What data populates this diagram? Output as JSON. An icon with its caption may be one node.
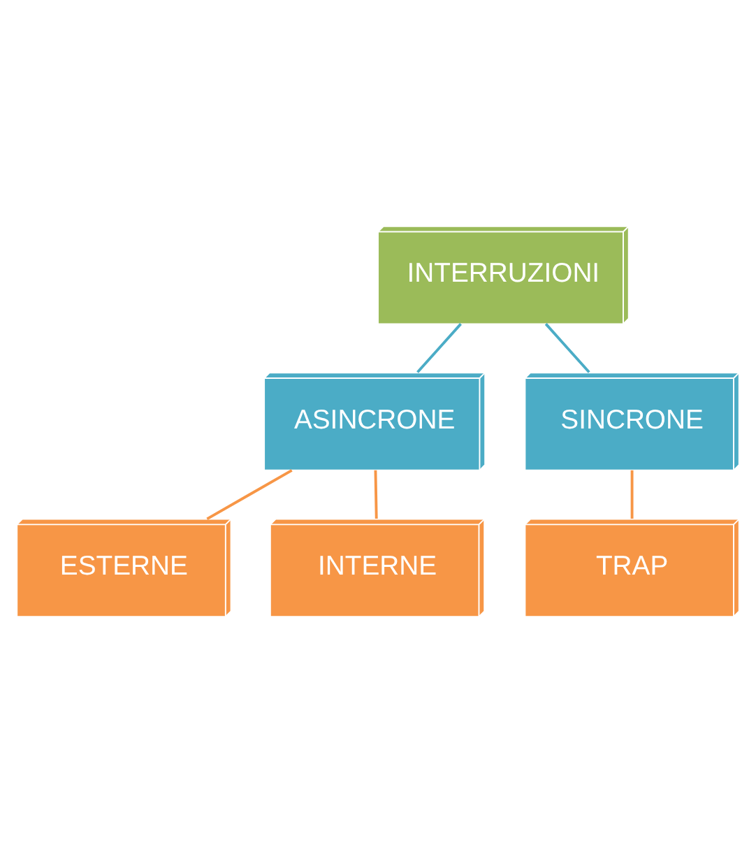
{
  "diagram": {
    "nodes": [
      {
        "text": [
          "INTERRUZIONI"
        ]
      },
      {
        "text": [
          "ASINCRONE"
        ]
      },
      {
        "text": [
          "SINCRONE"
        ]
      },
      {
        "text": [
          "ESTERNE"
        ]
      },
      {
        "text": [
          "INTERNE"
        ]
      },
      {
        "text": [
          "TRAP"
        ]
      }
    ],
    "edges": [
      {
        "from": 0,
        "to": 1,
        "arrow": "none",
        "color": "#4bacc6"
      },
      {
        "from": 0,
        "to": 2,
        "arrow": "none",
        "color": "#4bacc6"
      },
      {
        "from": 1,
        "to": 3,
        "arrow": "none"
      },
      {
        "from": 1,
        "to": 4,
        "arrow": "none"
      },
      {
        "from": 2,
        "to": 5,
        "arrow": "none"
      }
    ]
  }
}
